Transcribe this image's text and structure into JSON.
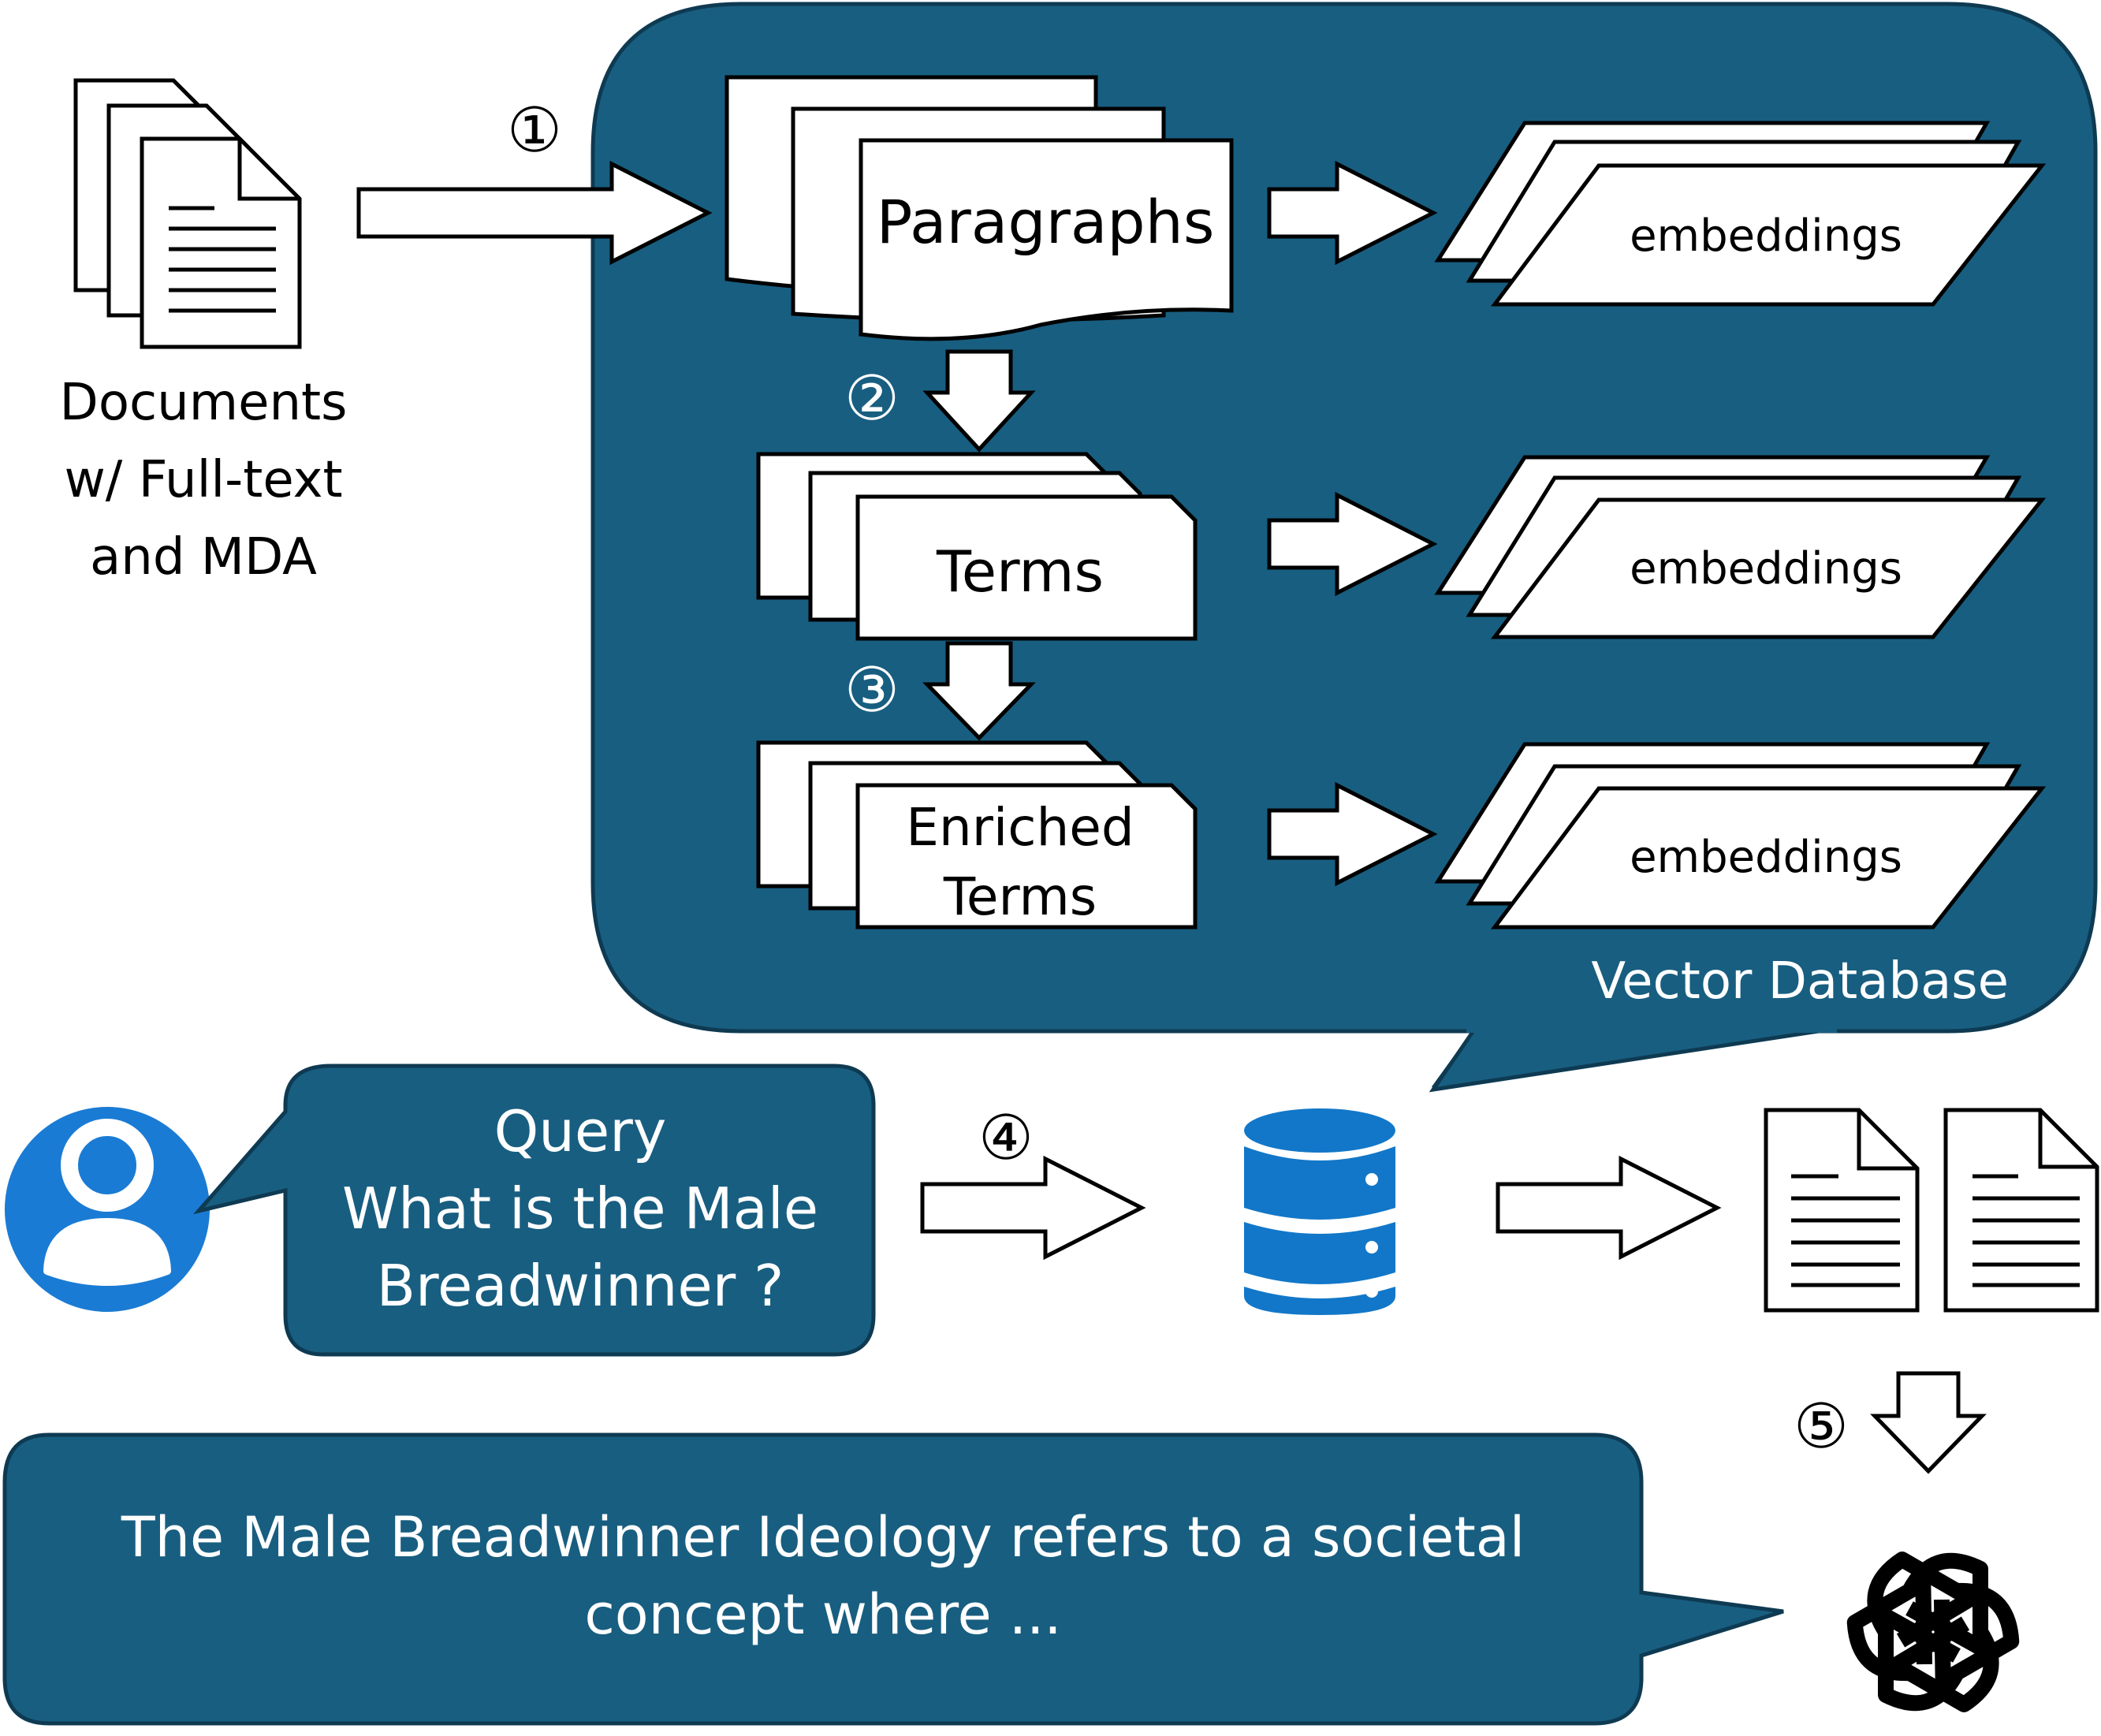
{
  "documents": {
    "lines": [
      "Documents",
      "w/ Full-text",
      "and MDA"
    ]
  },
  "steps": {
    "s1": "①",
    "s2": "②",
    "s3": "③",
    "s4": "④",
    "s5": "⑤"
  },
  "vector_db": {
    "label": "Vector Database",
    "paragraphs_label": "Paragraphs",
    "terms_label": "Terms",
    "enriched_terms_lines": [
      "Enriched",
      "Terms"
    ],
    "embeddings_label": "embeddings"
  },
  "query": {
    "lines": [
      "Query",
      "What is the Male",
      "Breadwinner ?"
    ]
  },
  "answer": {
    "lines": [
      "The Male Breadwinner Ideology refers to a societal",
      "concept where ..."
    ]
  },
  "colors": {
    "panel": "#185e80",
    "panel_stroke": "#0e3a52",
    "db_blue": "#1277c8",
    "user_blue": "#1a7bd4",
    "ink": "#000000",
    "paper": "#ffffff"
  },
  "icons": {
    "user": "user-avatar-icon",
    "database": "database-icon",
    "llm": "openai-logo-icon",
    "document": "document-icon"
  }
}
